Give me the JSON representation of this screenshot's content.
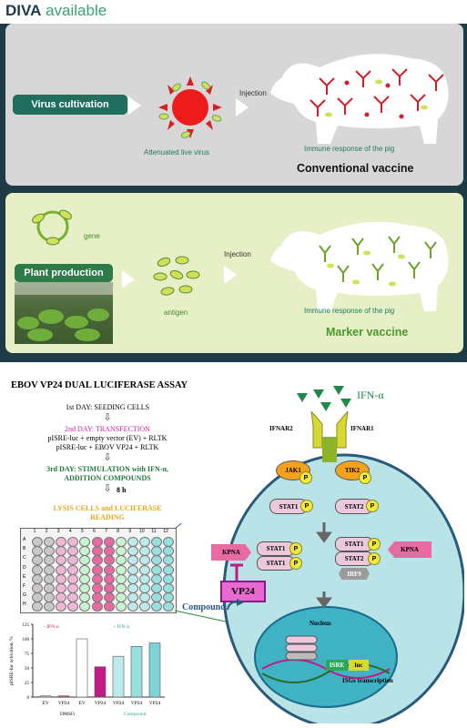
{
  "diva": {
    "title_bold": "DIVA",
    "title_rest": " available",
    "conventional": {
      "button": "Virus cultivation",
      "virus_caption": "Attenuated live virus",
      "injection": "Injection",
      "immune_caption": "Immune response of the pig",
      "vaccine": "Conventional vaccine"
    },
    "marker": {
      "gene_caption": "gene",
      "button": "Plant production",
      "antigen_caption": "antigen",
      "injection": "Injection",
      "immune_caption": "Immune response of the pig",
      "vaccine": "Marker vaccine"
    }
  },
  "assay": {
    "title": "EBOV VP24 DUAL LUCIFERASE ASSAY",
    "day1": "1st DAY: SEEDING CELLS",
    "day2_title": "2nd DAY: TRANSFECTION",
    "day2_line1": "pISRE-luc + empty vector (EV) + RLTK",
    "day2_line2": "pISRE-luc + EBOV VP24 + RLTK",
    "day3_line1": "3rd DAY: STIMULATION with IFN-α,",
    "day3_line2": "ADDITION COMPOUNDS",
    "hours": "8 h",
    "lysis_line1": "LYSIS CELLS and LUCIFERASE",
    "lysis_line2": "READING",
    "plate_cols": [
      "1",
      "2",
      "3",
      "4",
      "5",
      "6",
      "7",
      "8",
      "9",
      "10",
      "11",
      "12"
    ],
    "plate_rows": [
      "A",
      "B",
      "C",
      "D",
      "E",
      "F",
      "G",
      "H"
    ]
  },
  "chart_data": {
    "type": "bar",
    "ylabel": "pISRE-luc activation, %",
    "categories": [
      "EV",
      "VP24",
      "EV",
      "VP24",
      "VP24",
      "VP24",
      "VP24"
    ],
    "values": [
      2,
      2,
      100,
      52,
      70,
      87,
      93
    ],
    "ylim": [
      0,
      125
    ],
    "yticks": [
      "0",
      "25",
      "50",
      "75",
      "100",
      "125"
    ],
    "groups": {
      "minus_ifn": "- IFN-α",
      "plus_ifn": "+ IFN-α",
      "dmso": "DMSO",
      "compound": "Compound"
    },
    "colors": [
      "#c8c8c8",
      "#e23a8f",
      "#ffffff",
      "#c21b87",
      "#bdeaea",
      "#98dfe0",
      "#7ed3d6"
    ]
  },
  "pathway": {
    "ifn": "IFN-α",
    "ifnar2": "IFNAR2",
    "ifnar1": "IFNAR1",
    "jak1": "JAK1",
    "tyk2": "TIK2",
    "p": "P",
    "stat1": "STAT1",
    "stat2": "STAT2",
    "kpna": "KPNA",
    "irf9": "IRF9",
    "vp24": "VP24",
    "compound": "Compound",
    "nucleus": "Nucleus",
    "isre": "ISRE",
    "luc": "luc",
    "isgs": "ISGs transcription"
  },
  "colors": {
    "teal_button": "#1f6e5e",
    "caption_green": "#1d7a5d",
    "magenta": "#d11f9a",
    "cell_bg": "#b9e3e6"
  }
}
